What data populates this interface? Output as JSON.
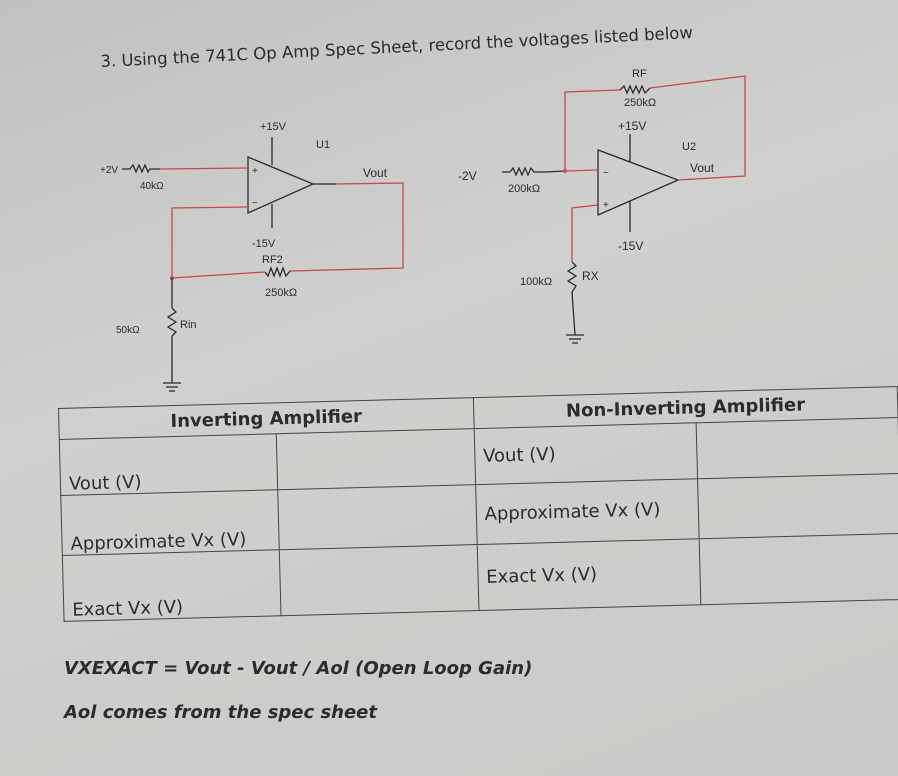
{
  "question": "3. Using the 741C Op Amp Spec Sheet, record the voltages listed below",
  "circuit1": {
    "vcc": "+15V",
    "vee": "-15V",
    "label": "U1",
    "input": "+2V",
    "r_in_series": "40kΩ",
    "out": "Vout",
    "rf_name": "RF2",
    "rf_value": "250kΩ",
    "rin_name": "Rin",
    "rin_value": "50kΩ",
    "plus": "+",
    "minus": "−"
  },
  "circuit2": {
    "vcc": "+15V",
    "vee": "-15V",
    "label": "U2",
    "input": "-2V",
    "r_in": "200kΩ",
    "out": "Vout",
    "rf_name": "RF",
    "rf_value": "250kΩ",
    "rx_name": "RX",
    "rx_value": "100kΩ",
    "plus": "+",
    "minus": "−"
  },
  "table": {
    "inverting_header": "Inverting Amplifier",
    "noninverting_header": "Non-Inverting Amplifier",
    "rows": [
      {
        "left": "Vout (V)",
        "left_value": "",
        "right": "Vout (V)",
        "right_value": ""
      },
      {
        "left": "Approximate Vx (V)",
        "left_value": "",
        "right": "Approximate Vx (V)",
        "right_value": ""
      },
      {
        "left": "Exact Vx (V)",
        "left_value": "",
        "right": "Exact Vx (V)",
        "right_value": ""
      }
    ]
  },
  "formula": "VXEXACT = Vout - Vout / Aol  (Open Loop Gain)",
  "note": "Aol comes from the spec sheet"
}
